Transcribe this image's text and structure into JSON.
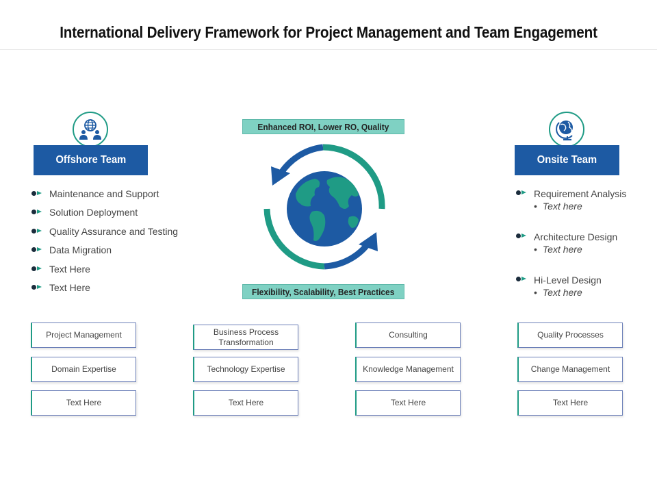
{
  "title": "International Delivery Framework for Project Management and Team Engagement",
  "offshore": {
    "label": "Offshore Team",
    "icon": "people-globe-icon",
    "items": [
      "Maintenance and Support",
      "Solution Deployment",
      "Quality Assurance and Testing",
      "Data Migration",
      "Text Here",
      "Text Here"
    ]
  },
  "onsite": {
    "label": "Onsite Team",
    "icon": "globe-stand-icon",
    "items": [
      {
        "title": "Requirement Analysis",
        "sub": "Text here"
      },
      {
        "title": "Architecture Design",
        "sub": "Text here"
      },
      {
        "title": "Hi-Level Design",
        "sub": "Text here"
      }
    ]
  },
  "center": {
    "top_label": "Enhanced ROI, Lower RO, Quality",
    "bottom_label": "Flexibility, Scalability, Best Practices",
    "icon": "earth-cycle-icon"
  },
  "features": [
    [
      "Project Management",
      "Domain Expertise",
      "Text Here"
    ],
    [
      "Business Process Transformation",
      "Technology Expertise",
      "Text Here"
    ],
    [
      "Consulting",
      "Knowledge Management",
      "Text Here"
    ],
    [
      "Quality Processes",
      "Change Management",
      "Text Here"
    ]
  ],
  "colors": {
    "primary_blue": "#1d5aa3",
    "teal": "#1f9b85",
    "label_teal": "#7fd1c3"
  }
}
